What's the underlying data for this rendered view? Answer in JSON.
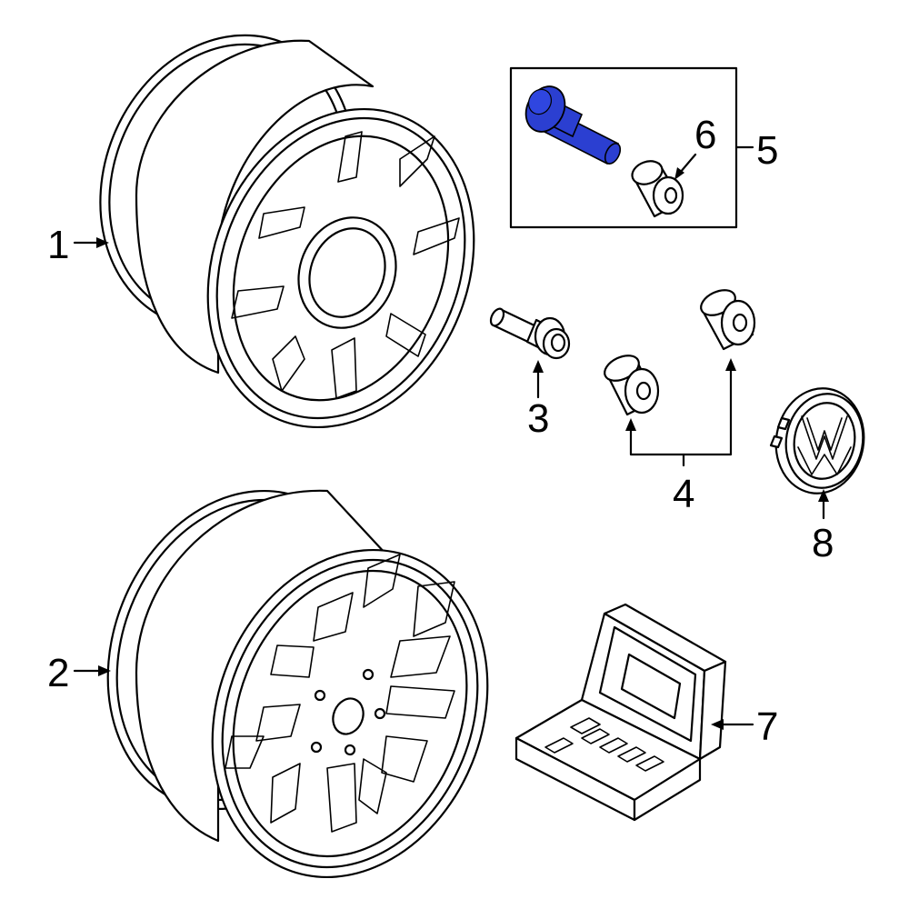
{
  "callouts": [
    {
      "id": "1",
      "text": "1"
    },
    {
      "id": "2",
      "text": "2"
    },
    {
      "id": "3",
      "text": "3"
    },
    {
      "id": "4",
      "text": "4"
    },
    {
      "id": "5",
      "text": "5"
    },
    {
      "id": "6",
      "text": "6"
    },
    {
      "id": "7",
      "text": "7"
    },
    {
      "id": "8",
      "text": "8"
    }
  ],
  "colors": {
    "line": "#000000",
    "background": "#ffffff",
    "highlight": "#2b3fd1"
  },
  "highlighted_part": "6"
}
